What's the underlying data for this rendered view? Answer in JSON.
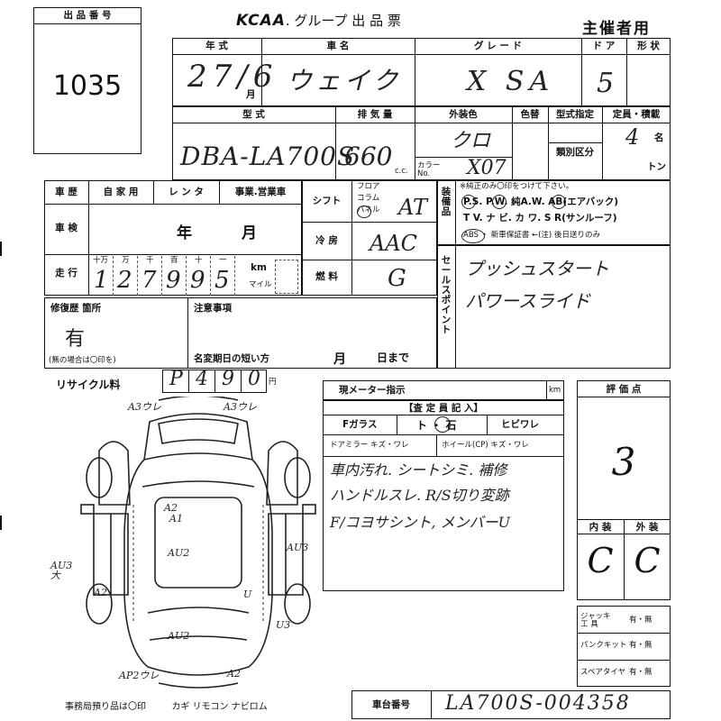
{
  "lot": {
    "label": "出 品 番 号",
    "number": "1035"
  },
  "header": {
    "brand": "KCAA",
    "title_rest": ". グループ 出 品 票",
    "organizer": "主催者用"
  },
  "row1": {
    "year_label": "年 式",
    "year_value": "27/6",
    "year_suffix": "月",
    "model_label": "車 名",
    "model_value": "ウェイク",
    "grade_label": "グ レ ー ド",
    "grade_value": "X SA",
    "doors_label": "ド ア",
    "doors_value": "5",
    "body_label": "形 状"
  },
  "row2": {
    "type_label": "型 式",
    "type_value": "DBA-LA700S",
    "displacement_label": "排 気 量",
    "displacement_value": "660",
    "cc": "c.c.",
    "color_label": "外装色",
    "color_value": "クロ",
    "color_no_label": "カラー No.",
    "color_no_value": "X07",
    "repaint_label": "色替",
    "type_designation_label": "型式指定",
    "class_label": "類別区分",
    "capacity_label": "定員・積載",
    "capacity_value": "4",
    "capacity_unit": "名",
    "ton_unit": "トン"
  },
  "history": {
    "label": "車 歴",
    "opt1": "自 家 用",
    "opt2": "レ ン タ",
    "opt3": "事業.営業車"
  },
  "inspection": {
    "label": "車 検",
    "year": "年",
    "month": "月"
  },
  "mileage": {
    "label": "走 行",
    "units": [
      "十万",
      "万",
      "千",
      "百",
      "十",
      "一"
    ],
    "digits": [
      "1",
      "2",
      "7",
      "9",
      "9",
      "5"
    ],
    "km": "km",
    "mile": "マイル"
  },
  "shift": {
    "label": "シフト",
    "floor": "フロア",
    "column": "コラム",
    "panel": "パネル",
    "value": "AT"
  },
  "aircon": {
    "label": "冷 房",
    "value": "AAC"
  },
  "fuel": {
    "label": "燃 料",
    "value": "G"
  },
  "equipment": {
    "side_label": "装備品",
    "note": "※純正のみ〇印をつけて下さい。",
    "line1": "P.S. P.W. 純A.W. AB(エアバック)",
    "line2": "T V. ナ ビ. カ ワ. S R(サンルーフ)",
    "line3": "ABS ・ 新車保証書 ←(注) 後日送りのみ"
  },
  "sales_points": {
    "side_label": "セールスポイント",
    "line1": "プッシュスタート",
    "line2": "パワースライド"
  },
  "repair": {
    "label": "修復歴 箇所",
    "value": "有",
    "note": "(無の場合は〇印を)"
  },
  "notes": {
    "label": "注意事項",
    "short_period": "名変期日の短い方",
    "month": "月",
    "day": "日まで"
  },
  "recycle": {
    "label": "リサイクル料",
    "digits": [
      "P",
      "4",
      "9",
      "0"
    ],
    "yen": "円"
  },
  "meter": {
    "label": "現メーター指示",
    "unit": "km"
  },
  "inspector": {
    "title": "【査 定 員 記 入】",
    "glass_label": "Fガラス",
    "glass_opts": "ト ・ 石",
    "glass_crack": "ヒビワレ",
    "mirror": "ドアミラー キズ・ワレ",
    "wheel": "ホイール(CP) キズ・ワレ",
    "note1": "車内汚れ. シートシミ. 補修",
    "note2": "ハンドルスレ. R/S切り変跡",
    "note3": "F/コヨサシント, メンバーU"
  },
  "rating": {
    "label": "評 価 点",
    "value": "3",
    "interior_label": "内 装",
    "exterior_label": "外 装",
    "interior_value": "C",
    "exterior_value": "C"
  },
  "tools": [
    {
      "label": "ジャッキ 工 具",
      "value": "有・無"
    },
    {
      "label": "パンクキット",
      "value": "有・無"
    },
    {
      "label": "スペアタイヤ",
      "value": "有・無"
    }
  ],
  "chassis": {
    "label": "車台番号",
    "value": "LA700S-004358"
  },
  "office": {
    "label": "事務局預り品は〇印",
    "items": "カギ リモコン ナビロム"
  },
  "damage_marks": [
    "A3ウレ",
    "A3ウレ",
    "A2",
    "A1",
    "AU2",
    "AU2",
    "AU3 大",
    "AU3",
    "U3",
    "A2",
    "AP2ウレ",
    "A2",
    "U"
  ]
}
